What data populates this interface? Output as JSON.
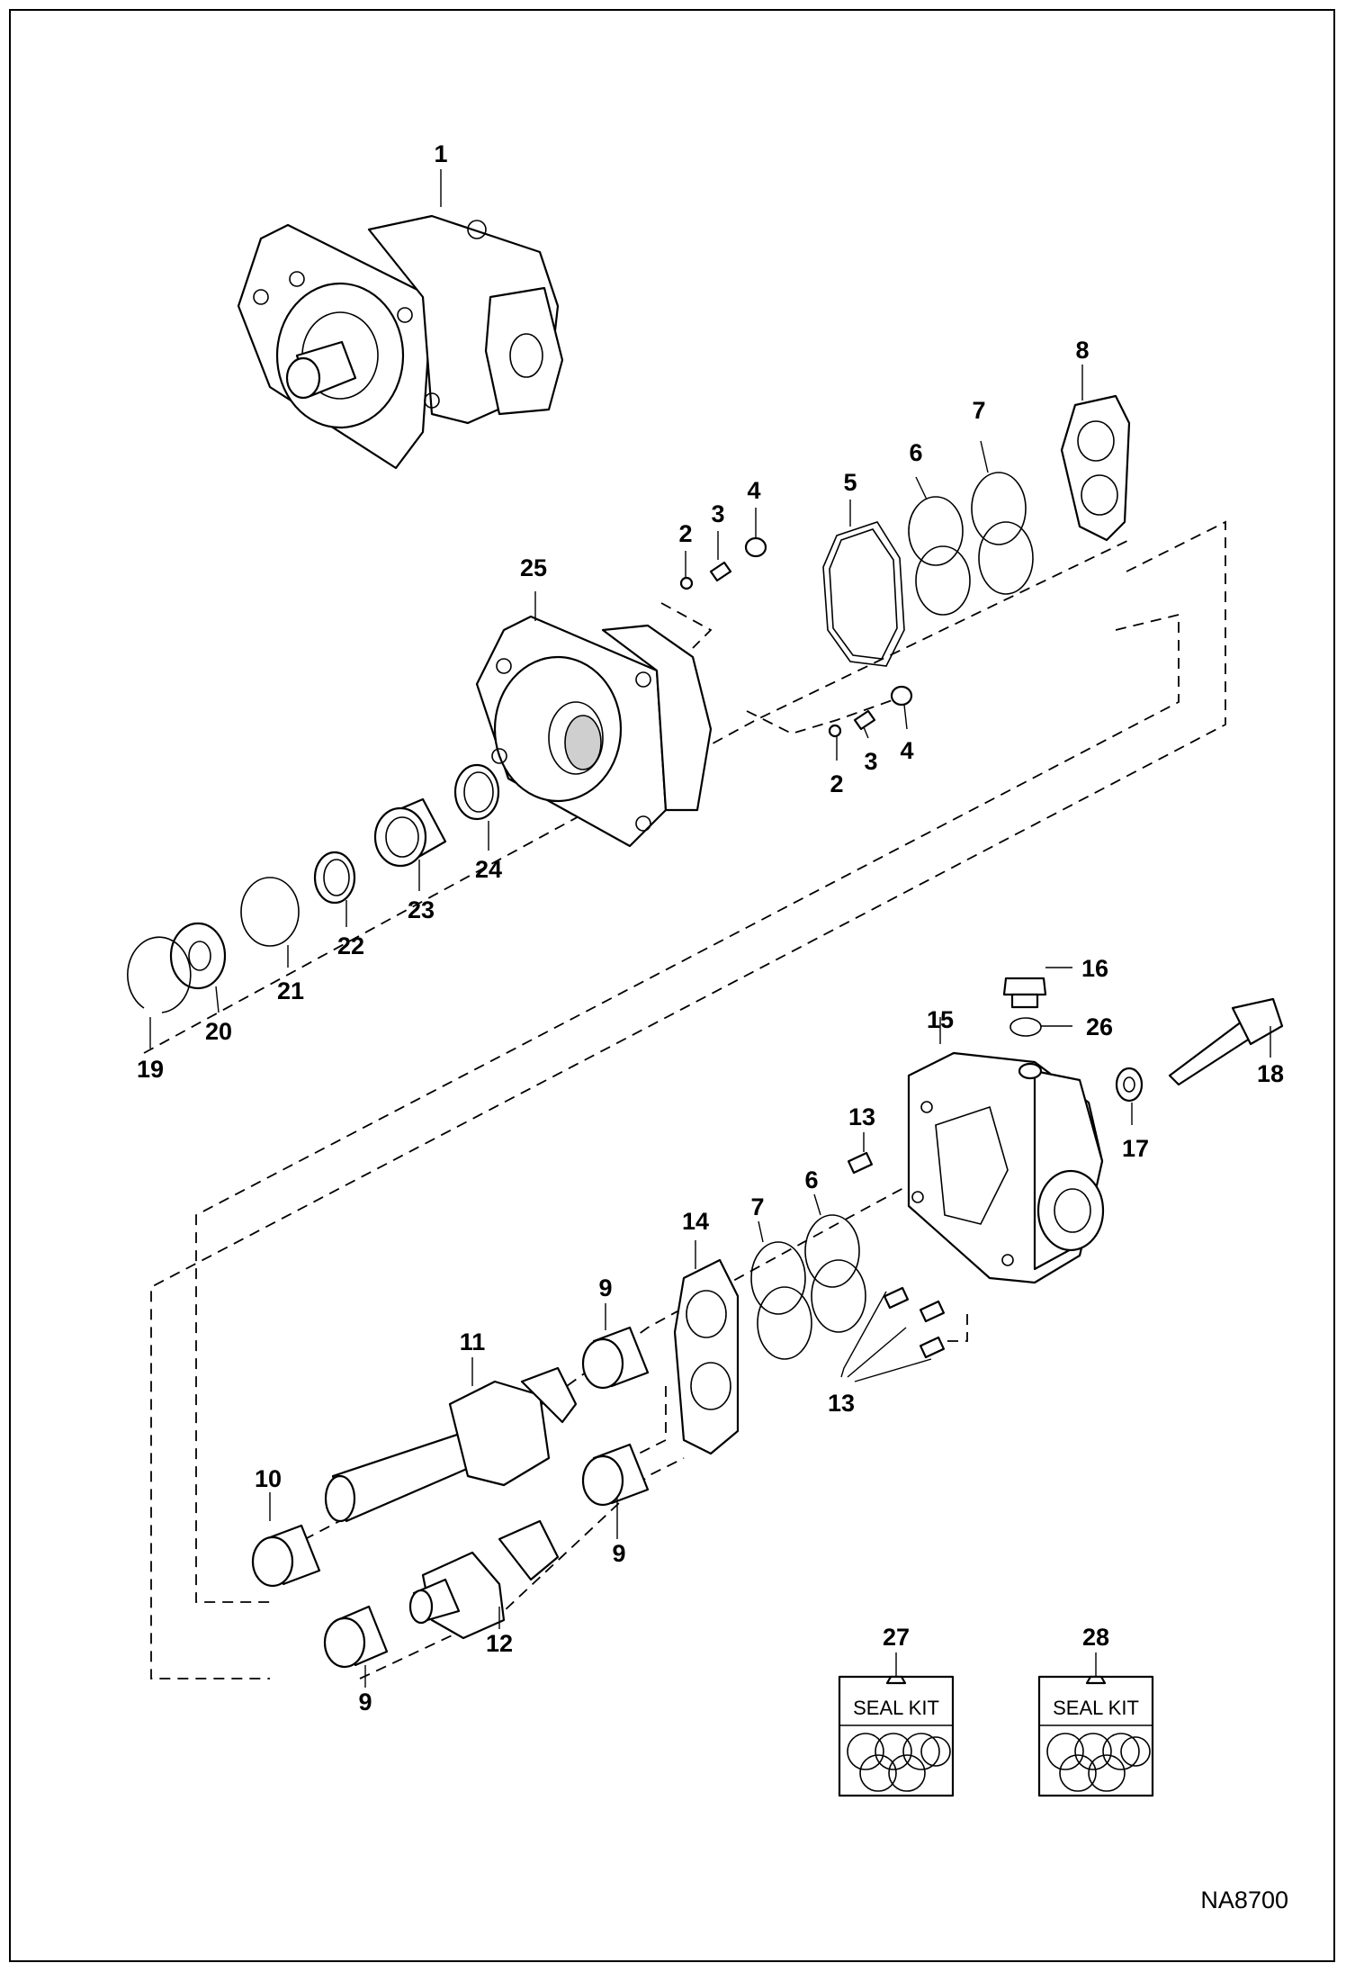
{
  "diagram": {
    "callouts": [
      "1",
      "2",
      "3",
      "4",
      "5",
      "6",
      "7",
      "8",
      "25",
      "2",
      "3",
      "4",
      "24",
      "23",
      "22",
      "21",
      "20",
      "19",
      "16",
      "26",
      "15",
      "18",
      "17",
      "13",
      "6",
      "7",
      "14",
      "9",
      "11",
      "13",
      "10",
      "9",
      "12",
      "9",
      "27",
      "28"
    ],
    "seal_kit_label": "SEAL KIT",
    "figure_code": "NA8700"
  }
}
